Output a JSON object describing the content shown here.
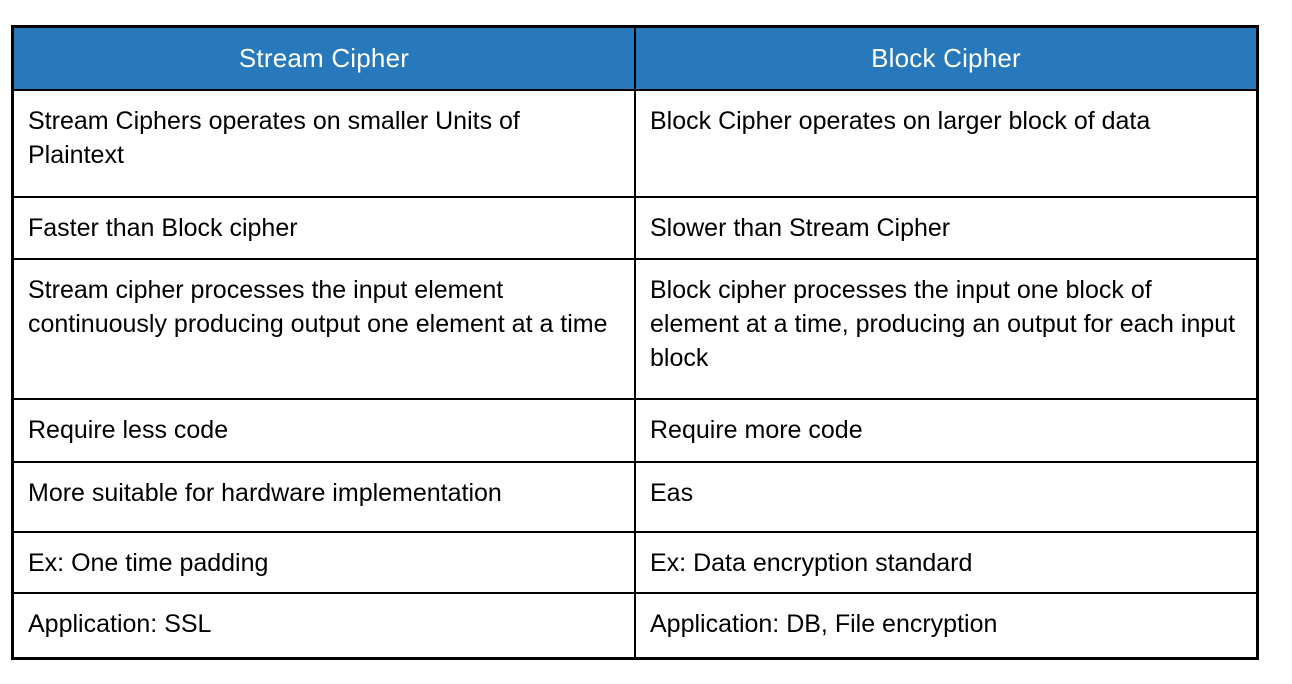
{
  "colors": {
    "header_bg": "#2878BC",
    "header_text": "#FFFFFF",
    "body_text": "#000000",
    "border": "#000000",
    "background": "#FFFFFF"
  },
  "table": {
    "headers": [
      "Stream Cipher",
      "Block Cipher"
    ],
    "rows": [
      [
        "Stream Ciphers operates on smaller Units of Plaintext",
        "Block Cipher operates on larger block of data"
      ],
      [
        "Faster than Block cipher",
        "Slower than Stream Cipher"
      ],
      [
        "Stream cipher processes the input element continuously producing output one element at a time",
        "Block cipher processes the input one block of element at a time, producing an output for each input block"
      ],
      [
        "Require less code",
        "Require more code"
      ],
      [
        "More suitable for hardware implementation",
        "Eas"
      ],
      [
        "Ex: One time padding",
        "Ex: Data encryption standard"
      ],
      [
        "Application: SSL",
        "Application: DB, File encryption"
      ]
    ]
  }
}
